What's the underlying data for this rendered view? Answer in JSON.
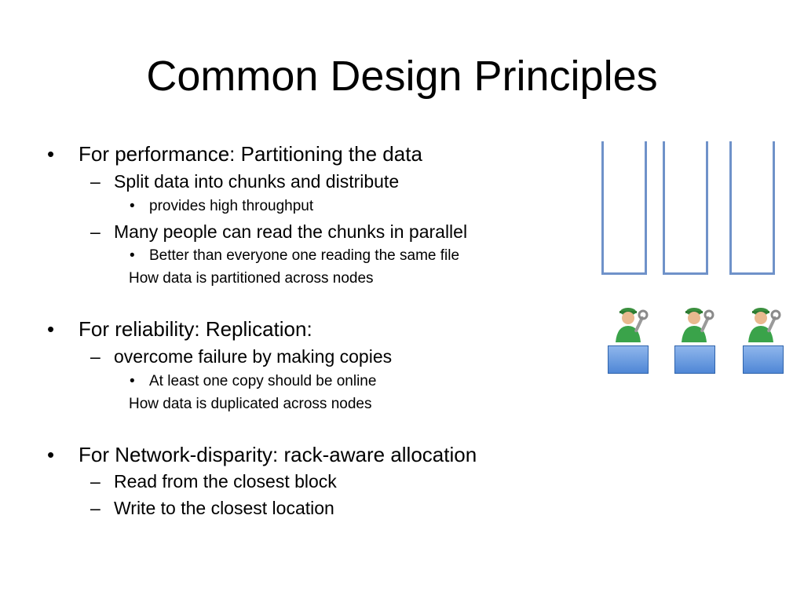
{
  "slide": {
    "title": "Common Design Principles"
  },
  "content": {
    "sections": [
      {
        "heading": "For performance: Partitioning the data",
        "sub1": "Split data into chunks and distribute",
        "sub1_detail": "provides high throughput",
        "sub2": "Many people can read the chunks in parallel",
        "sub2_detail": "Better than everyone one reading the same file",
        "note": "How data is partitioned across nodes"
      },
      {
        "heading": "For reliability: Replication:",
        "sub1": "overcome failure by making copies",
        "sub1_detail": "At least one copy should be online",
        "note": "How data is duplicated across nodes"
      },
      {
        "heading": "For Network-disparity: rack-aware allocation",
        "sub1": "Read from the closest block",
        "sub2": "Write to the closest location"
      }
    ],
    "markers": {
      "bullet": "•",
      "dash": "–"
    }
  },
  "diagram": {
    "icons": [
      "worker-icon",
      "worker-icon",
      "worker-icon"
    ],
    "colors": {
      "partition": "#6f92c9",
      "node": "#5b8fd8",
      "worker_shirt": "#3aa34a"
    }
  }
}
